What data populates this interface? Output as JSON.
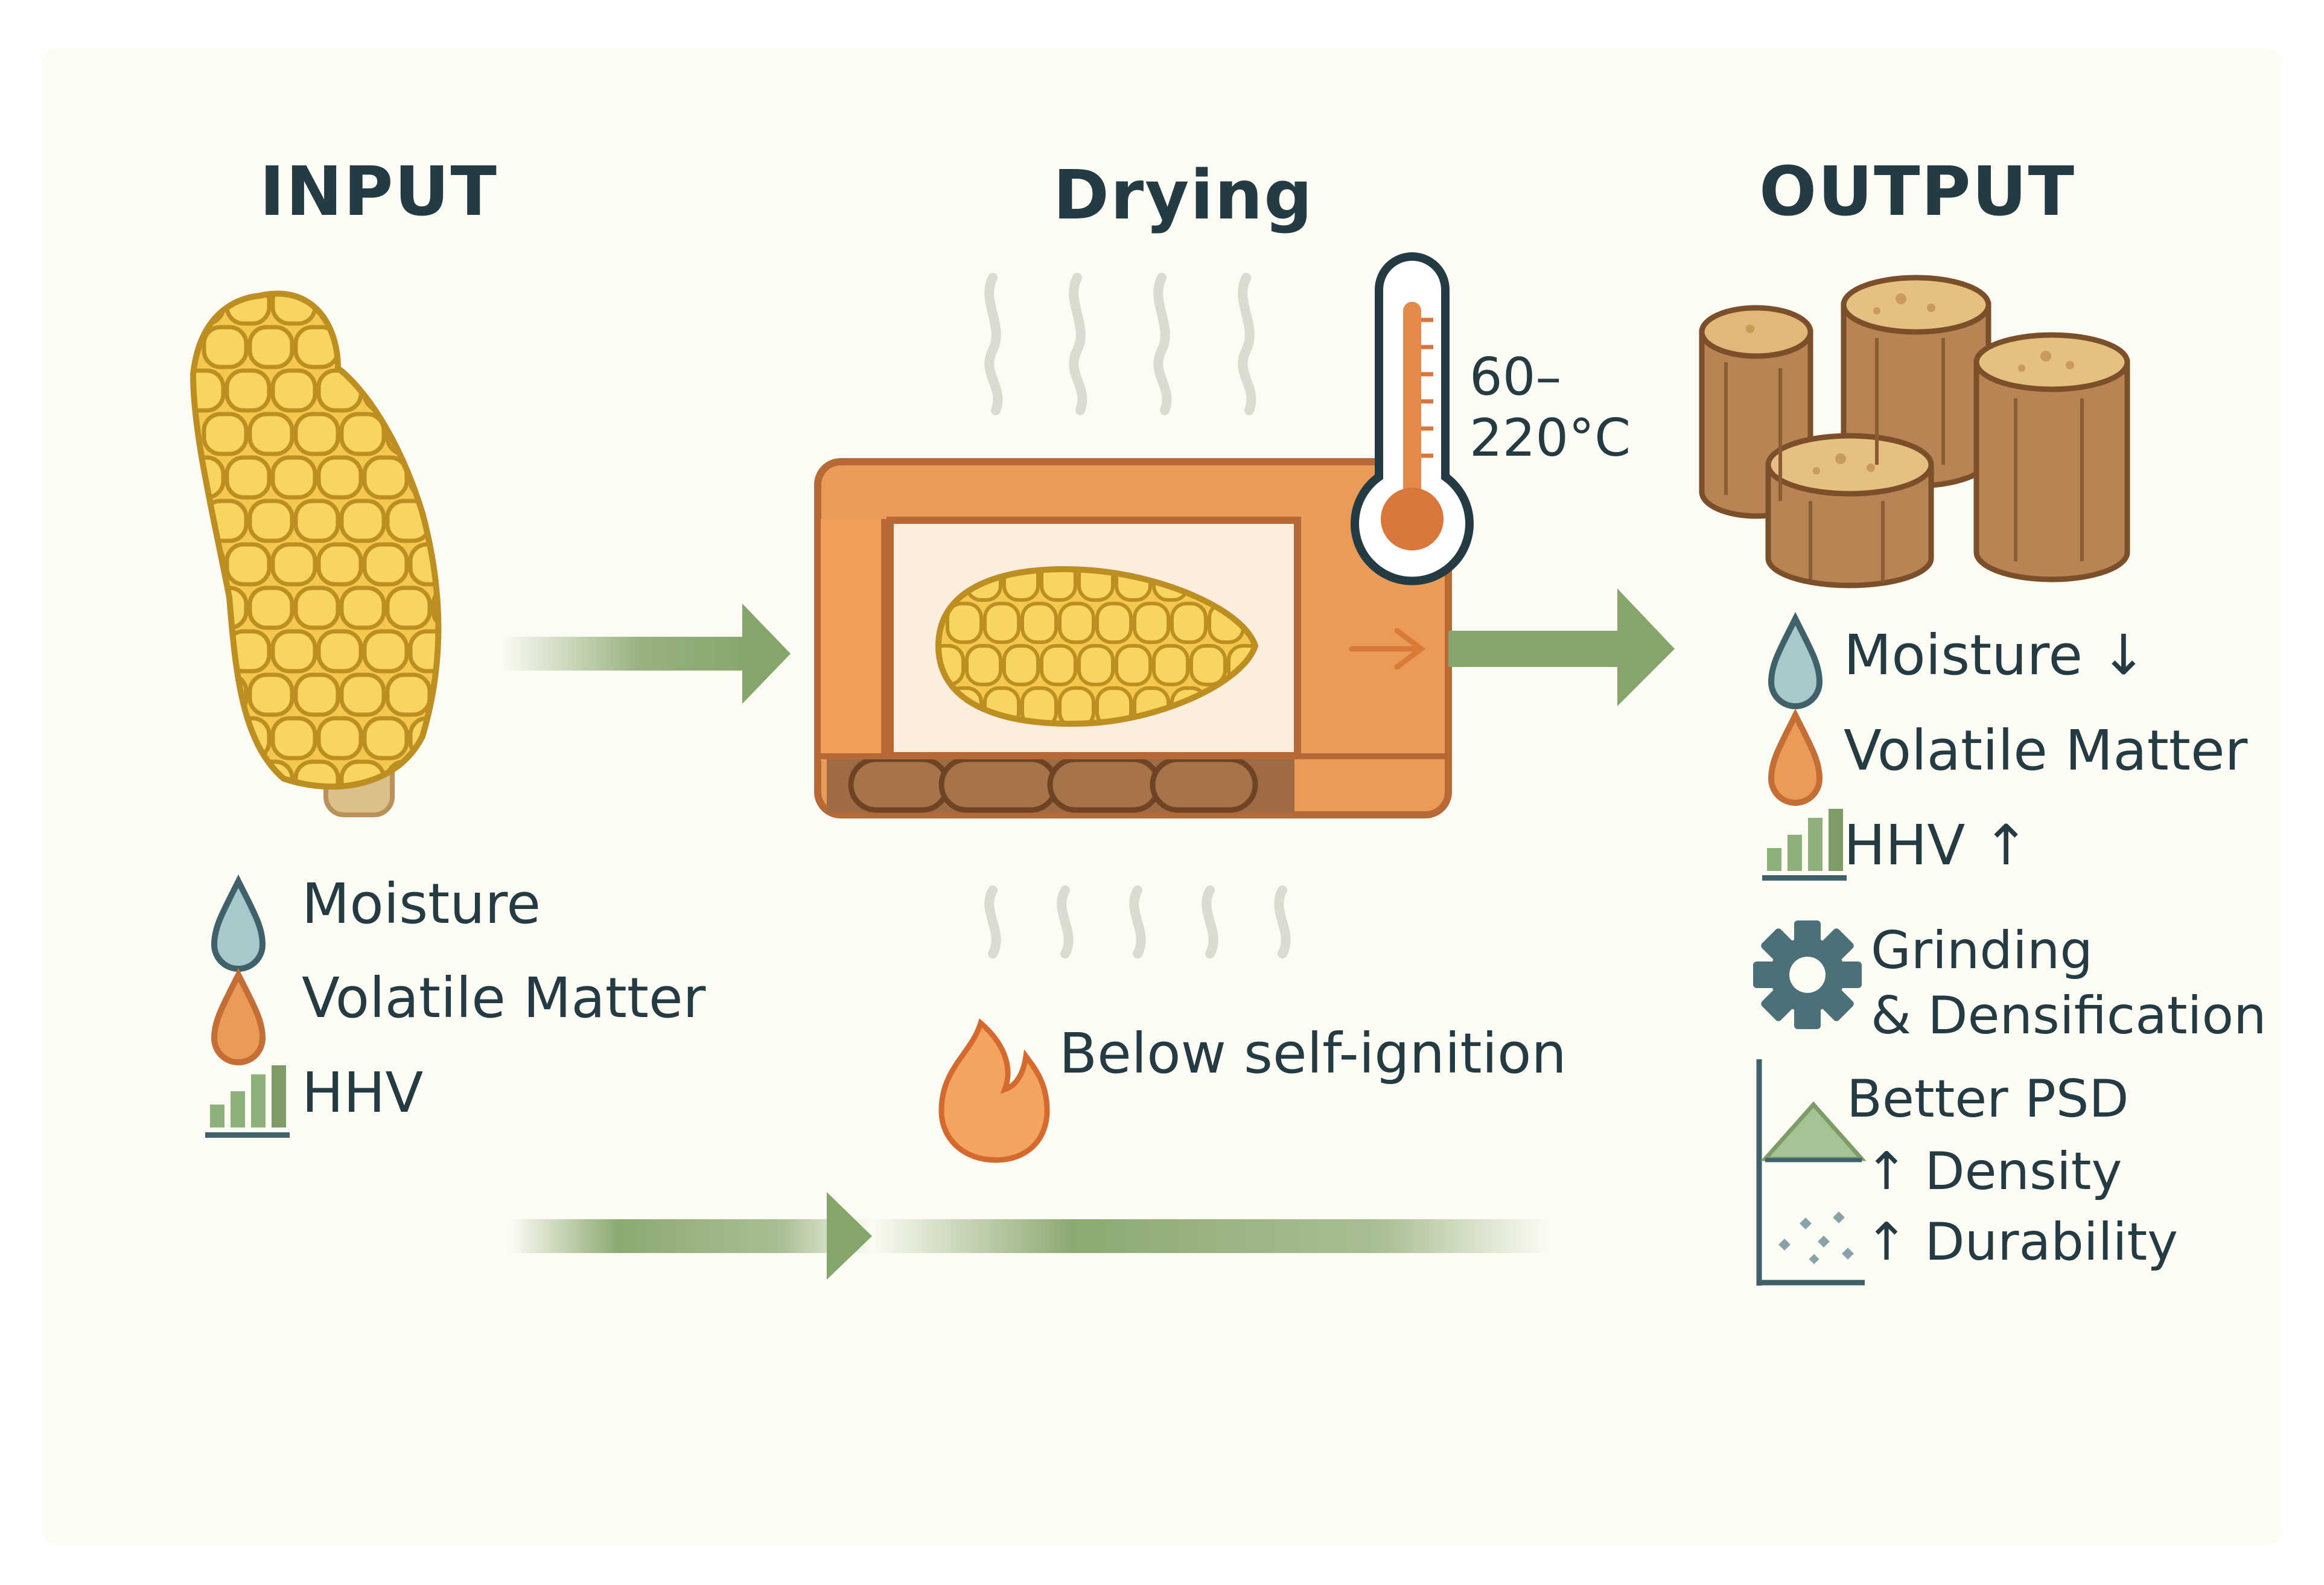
{
  "diagram": {
    "headings": {
      "input": "INPUT",
      "process": "Drying",
      "output": "OUTPUT"
    },
    "input_properties": {
      "moisture": "Moisture",
      "volatile": "Volatile Matter",
      "hhv": "HHV"
    },
    "process": {
      "temperature_line1": "60–",
      "temperature_line2": "220°C",
      "condition": "Below self-ignition"
    },
    "output_properties": {
      "moisture": "Moisture",
      "moisture_trend": "↓",
      "volatile": "Volatile Matter",
      "hhv": "HHV",
      "hhv_trend": "↑"
    },
    "post_processing": {
      "line1": "Grinding",
      "line2": "& Densification",
      "psd": "Better PSD",
      "density": "Density",
      "durability": "Durability",
      "up_arrow": "↑"
    },
    "colors": {
      "background": "#fcfcf4",
      "text": "#243b44",
      "arrow_green": "#86a56b",
      "dryer_orange": "#e99b57",
      "dryer_outline": "#b86a36",
      "corn_yellow": "#f7cf59",
      "corn_outline": "#bd8e22",
      "pellet_brown": "#b98454",
      "pellet_top": "#e2b879",
      "water_drop": "#a9c8cc",
      "volatile_drop": "#e99b57",
      "gear": "#4c7078"
    }
  }
}
